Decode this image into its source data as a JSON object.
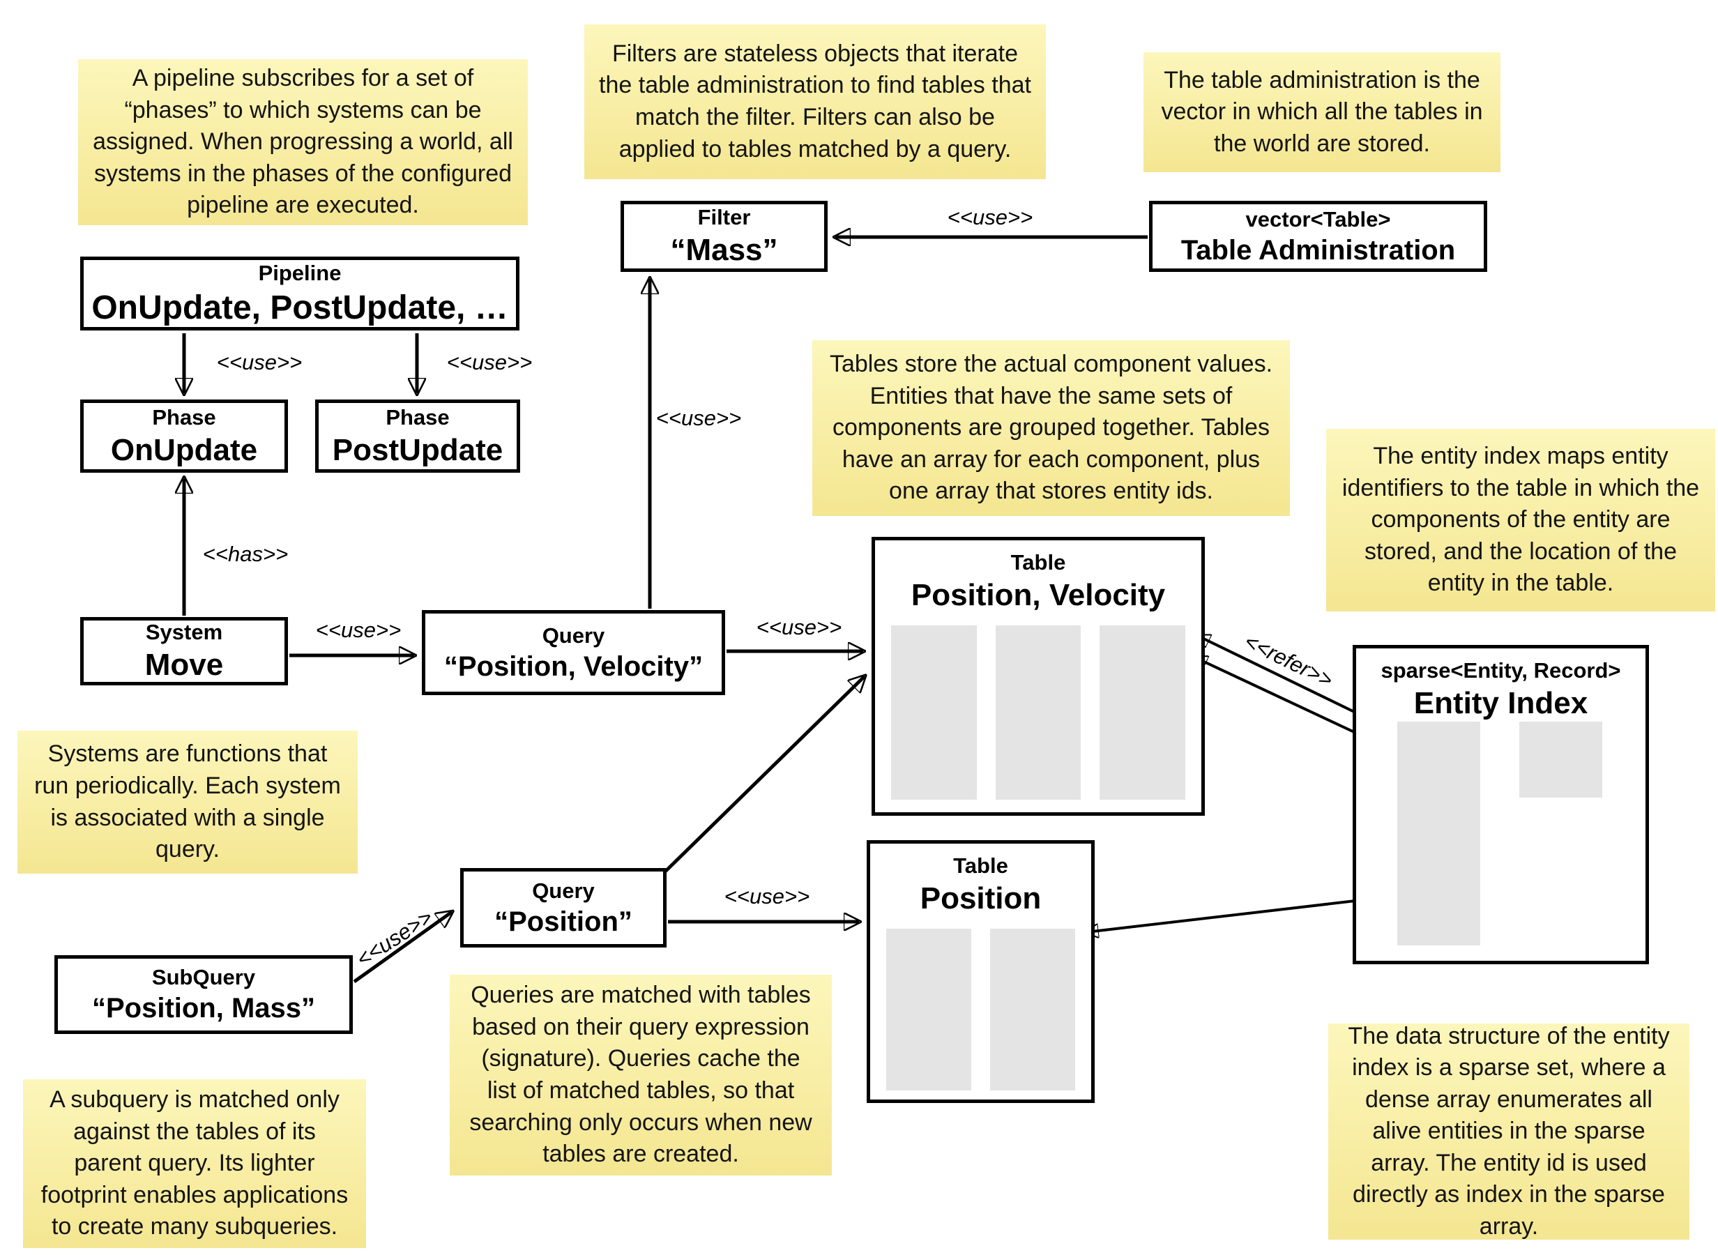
{
  "notes": {
    "pipeline": "A pipeline subscribes for a set of “phases” to which systems can be assigned. When progressing a world, all systems in the phases of the configured pipeline are executed.",
    "filters": "Filters are stateless objects that iterate the table administration to find tables that match the filter. Filters can also be applied to tables matched by a query.",
    "table_admin": "The table administration is the vector in which all the tables in the world are stored.",
    "tables": "Tables store the actual component values. Entities that have the same sets of components are grouped together. Tables have an array for each component, plus one array that stores entity ids.",
    "entity_index": "The entity index maps entity identifiers to the table in which the components of the entity are stored, and the location of the entity in the table.",
    "systems": "Systems are functions that run periodically. Each system is associated with a single query.",
    "queries": "Queries are matched with tables based on their query expression (signature). Queries cache the list of matched tables, so that searching only occurs when new tables are created.",
    "subquery": "A subquery is matched only against the tables of its parent query. Its lighter footprint enables applications to create many subqueries.",
    "sparse": "The data structure of the entity index is a sparse set, where a dense array enumerates all alive entities in the sparse array. The entity id is used directly as index in the sparse array."
  },
  "boxes": {
    "pipeline": {
      "title": "Pipeline",
      "body": "OnUpdate, PostUpdate, …"
    },
    "phase_onupdate": {
      "title": "Phase",
      "body": "OnUpdate"
    },
    "phase_postupdate": {
      "title": "Phase",
      "body": "PostUpdate"
    },
    "filter": {
      "title": "Filter",
      "body": "“Mass”"
    },
    "table_admin": {
      "title": "vector<Table>",
      "body": "Table Administration"
    },
    "system": {
      "title": "System",
      "body": "Move"
    },
    "query_pv": {
      "title": "Query",
      "body": "“Position, Velocity”"
    },
    "table_pv": {
      "title": "Table",
      "body": "Position, Velocity"
    },
    "query_p": {
      "title": "Query",
      "body": "“Position”"
    },
    "subquery": {
      "title": "SubQuery",
      "body": "“Position, Mass”"
    },
    "table_p": {
      "title": "Table",
      "body": "Position"
    },
    "entity_index": {
      "title": "sparse<Entity, Record>",
      "body": "Entity Index"
    }
  },
  "labels": {
    "use": "<<use>>",
    "has": "<<has>>",
    "refer": "<<refer>>"
  },
  "colors": {
    "background": "#ffffff",
    "note_bg_top": "#fcf6bb",
    "note_bg_bottom": "#f4e691",
    "box_border": "#000000",
    "array_fill": "#e4e4e4",
    "arrow": "#000000"
  }
}
